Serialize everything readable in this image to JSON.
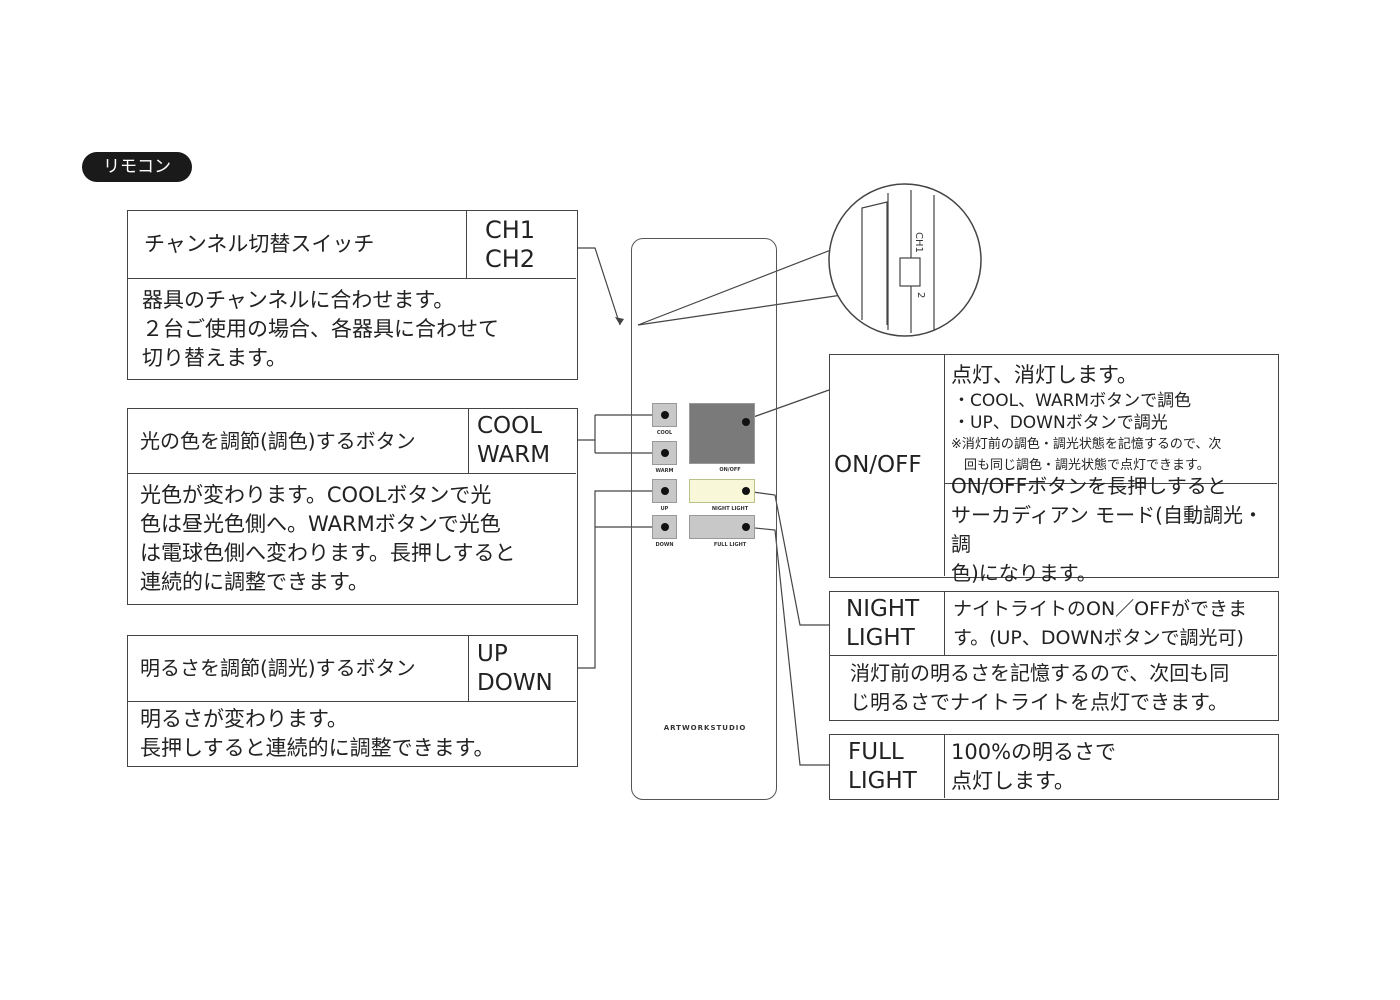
{
  "badge": "リモコン",
  "channel": {
    "title": "チャンネル切替スイッチ",
    "keys": "CH1\nCH2",
    "desc": "器具のチャンネルに合わせます。\n２台ご使用の場合、各器具に合わせて\n切り替えます。"
  },
  "color": {
    "title": "光の色を調節(調色)するボタン",
    "keys": "COOL\nWARM",
    "desc": "光色が変わります。COOLボタンで光\n色は昼光色側へ。WARMボタンで光色\nは電球色側へ変わります。長押しすると\n連続的に調整できます。"
  },
  "bright": {
    "title": "明るさを調節(調光)するボタン",
    "keys": "UP\nDOWN",
    "desc": "明るさが変わります。\n長押しすると連続的に調整できます。"
  },
  "onoff": {
    "key": "ON/OFF",
    "line1": "点灯、消灯します。",
    "line2": "・COOL、WARMボタンで調色",
    "line3": "・UP、DOWNボタンで調光",
    "note": "※消灯前の調色・調光状態を記憶するので、次\n　回も同じ調色・調光状態で点灯できます。",
    "desc2": "ON/OFFボタンを長押しすると\nサーカディアン モード(自動調光・調\n色)になります。"
  },
  "night": {
    "key": "NIGHT\nLIGHT",
    "desc1": "ナイトライトのON／OFFができま\nす。(UP、DOWNボタンで調光可)",
    "desc2": "消灯前の明るさを記憶するので、次回も同\nじ明るさでナイトライトを点灯できます。"
  },
  "full": {
    "key": "FULL\nLIGHT",
    "desc": "100%の明るさで\n点灯します。"
  },
  "remote": {
    "cool": "COOL",
    "warm": "WARM",
    "up": "UP",
    "down": "DOWN",
    "onoff": "ON/OFF",
    "night": "NIGHT LIGHT",
    "full": "FULL LIGHT",
    "brand": "ARTWORKSTUDIO",
    "ch1": "CH1",
    "ch2": "2"
  },
  "colors": {
    "onoff_button": "#7a7a7a",
    "night_button": "#f8f8d8",
    "button": "#c8c8c8"
  }
}
